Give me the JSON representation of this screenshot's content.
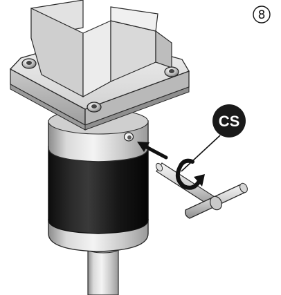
{
  "step": {
    "number": "8"
  },
  "badge": {
    "label": "CS",
    "color": "#1a1a1a",
    "text_color": "#ffffff"
  },
  "parts": {
    "screw_icon": "socket-head-cap-screw",
    "wrench_icon": "t-handle-hex-wrench",
    "rotation_icon": "clockwise-rotation-arrow",
    "direction_icon": "insert-arrow"
  },
  "colors": {
    "metal_light": "#e6e6e6",
    "metal_mid": "#c4c4c4",
    "metal_dark": "#8a8a8a",
    "motor_body": "#1b1b1b",
    "outline": "#2a2a2a"
  }
}
